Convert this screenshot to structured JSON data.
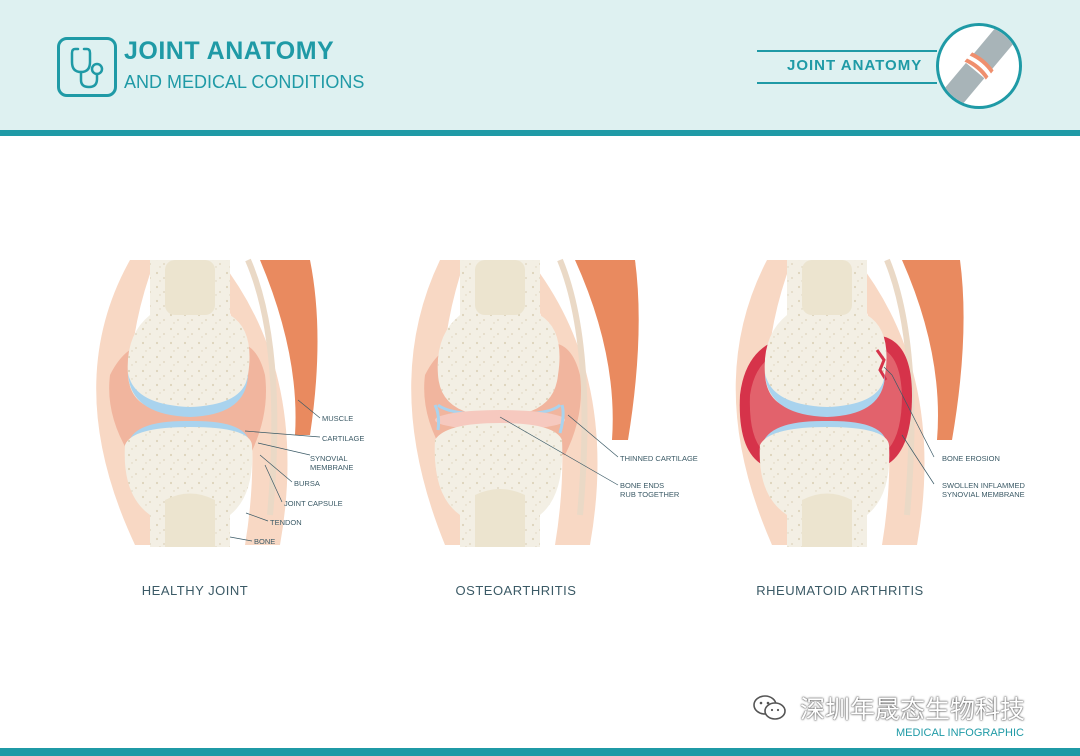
{
  "header": {
    "title": "JOINT ANATOMY",
    "subtitle": "AND MEDICAL CONDITIONS",
    "badge": "JOINT ANATOMY",
    "logo_icon": "stethoscope-icon",
    "badge_icon": "bone-joint-icon"
  },
  "colors": {
    "teal": "#1f9aa6",
    "header_bg": "#def1f1",
    "bone": "#f3efe4",
    "marrow": "#ece4cf",
    "cartilage": "#a9d3ee",
    "muscle": "#e98a5f",
    "synovial": "#f1b59e",
    "inflamed": "#d6334a"
  },
  "panels": [
    {
      "caption": "HEALTHY JOINT",
      "labels": [
        "MUSCLE",
        "CARTILAGE",
        "SYNOVIAL\nMEMBRANE",
        "BURSA",
        "JOINT CAPSULE",
        "TENDON",
        "BONE"
      ]
    },
    {
      "caption": "OSTEOARTHRITIS",
      "labels": [
        "THINNED CARTILAGE",
        "BONE ENDS\nRUB TOGETHER"
      ]
    },
    {
      "caption": "RHEUMATOID ARTHRITIS",
      "labels": [
        "BONE EROSION",
        "SWOLLEN INFLAMMED\nSYNOVIAL MEMBRANE"
      ]
    }
  ],
  "watermark": "深圳年晟态生物科技",
  "footer": "MEDICAL INFOGRAPHIC"
}
